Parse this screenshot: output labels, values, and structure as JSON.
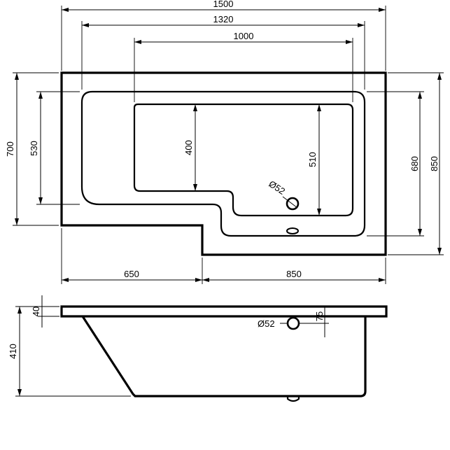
{
  "plan_view": {
    "overall_length": "1500",
    "inner_length": "1320",
    "flat_base_length": "1000",
    "overall_width_left": "700",
    "inner_width_left": "530",
    "base_width_left": "400",
    "base_width_right": "510",
    "inner_width_right": "680",
    "overall_width_right": "850",
    "left_section_length": "650",
    "right_section_length": "850",
    "overflow_diameter": "Ø52"
  },
  "side_view": {
    "rim_thickness": "40",
    "overall_height": "410",
    "overflow_diameter": "Ø52",
    "overflow_height": "75"
  }
}
